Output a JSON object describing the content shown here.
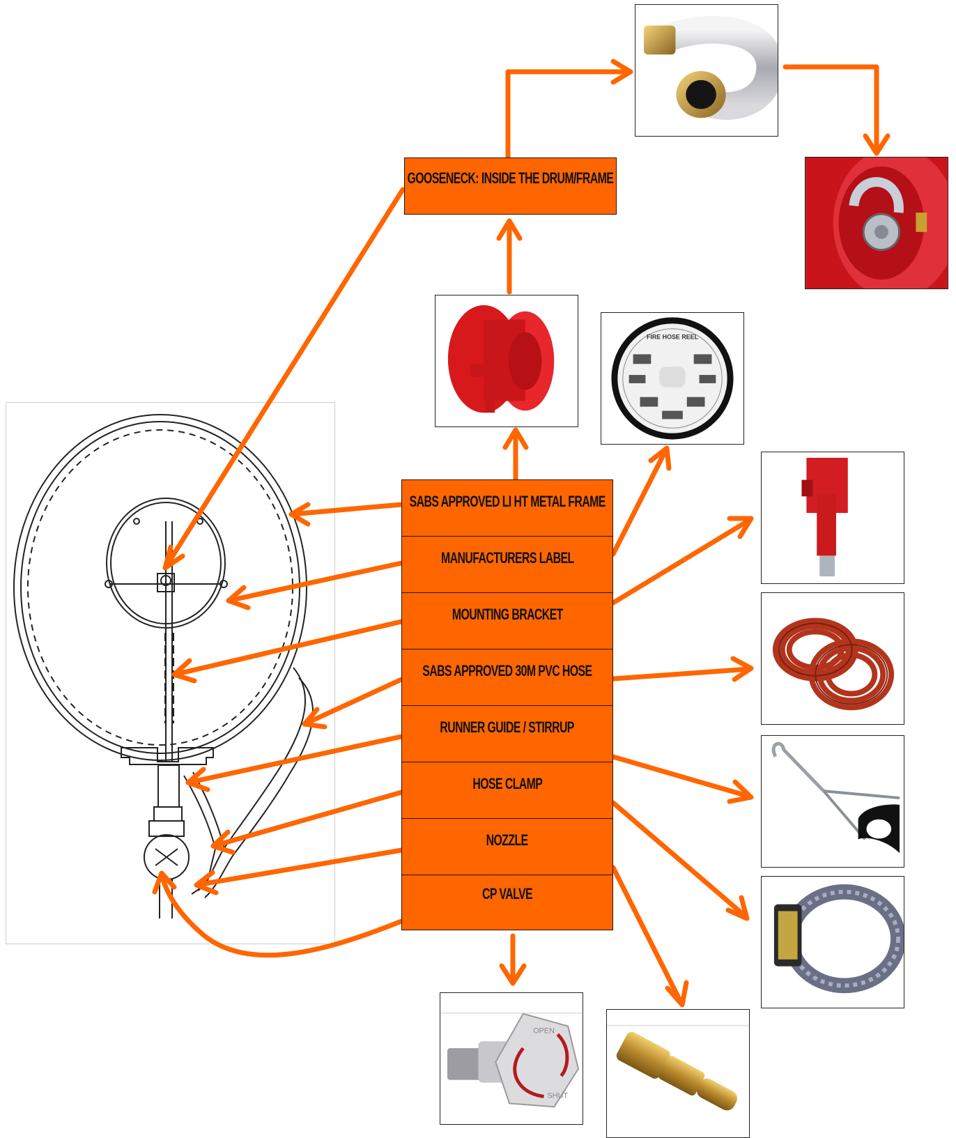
{
  "labels": {
    "gooseneck": "GOOSENECK: INSIDE THE DRUM/FRAME",
    "frame": "SABS APPROVED LI HT METAL FRAME",
    "manufacturers_label": "MANUFACTURERS LABEL",
    "mounting_bracket": "MOUNTING BRACKET",
    "hose": "SABS APPROVED 30M PVC HOSE",
    "runner_guide": "RUNNER GUIDE / STIRRUP",
    "hose_clamp": "HOSE CLAMP",
    "nozzle": "NOZZLE",
    "cp_valve": "CP VALVE"
  },
  "label_sticker": {
    "title": "FIRE HOSE REEL"
  },
  "valve_cap": {
    "top": "OPEN",
    "bottom": "SHUT"
  },
  "colors": {
    "accent": "#ff6600",
    "box_border": "#2a1200",
    "reel_red": "#d7191c"
  },
  "icons": {
    "reel": "hose-reel-photo-icon",
    "gooseneck": "gooseneck-pipe-photo-icon",
    "drum_inside": "drum-inside-photo-icon",
    "sticker": "manufacturers-label-photo-icon",
    "bracket": "mounting-bracket-photo-icon",
    "hose": "pvc-hose-coil-photo-icon",
    "stirrup": "runner-guide-photo-icon",
    "clamp": "hose-clamp-photo-icon",
    "valve": "cp-valve-photo-icon",
    "nozzle": "brass-nozzle-photo-icon"
  }
}
